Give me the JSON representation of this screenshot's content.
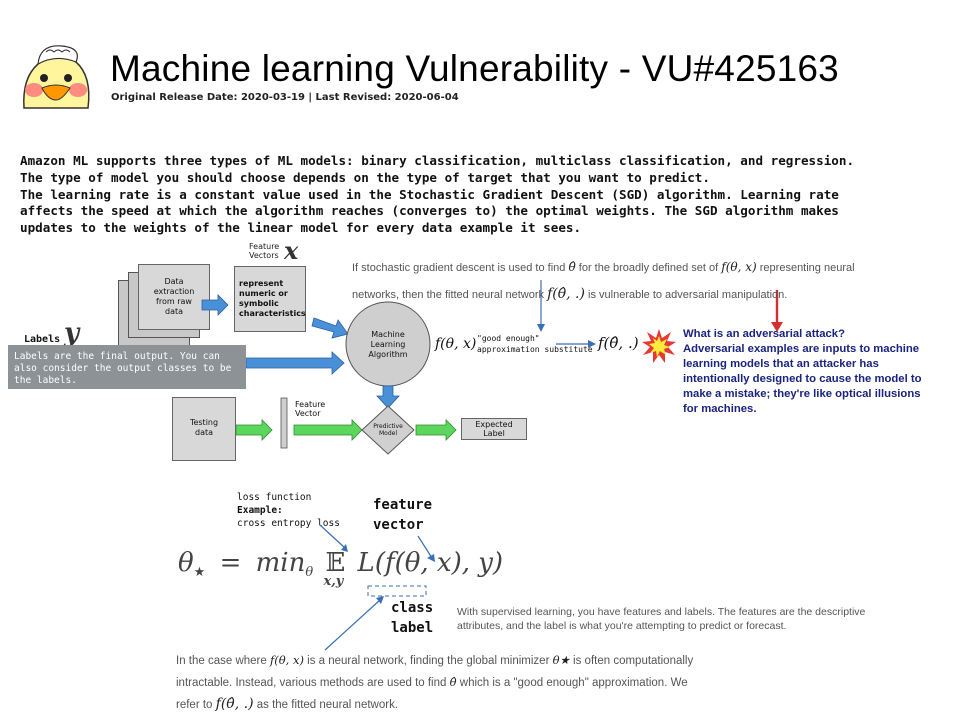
{
  "header": {
    "title": "Machine learning Vulnerability - VU#425163",
    "subtitle": "Original Release Date: 2020-03-19 | Last Revised: 2020-06-04"
  },
  "intro_lines": [
    "Amazon ML supports three types of ML models: binary classification, multiclass classification, and regression.",
    "The type of model you should choose depends on the type of target that you want to predict.",
    "The learning rate is a constant value used in the Stochastic Gradient Descent (SGD) algorithm. Learning rate",
    "affects the speed at which the algorithm reaches (converges to) the optimal weights. The SGD algorithm makes",
    "updates to the weights of the linear model for every data example it sees."
  ],
  "diagram": {
    "data_extraction": [
      "Data",
      "extraction",
      "from raw",
      "data"
    ],
    "feature_vectors_label": [
      "Feature",
      "Vectors"
    ],
    "feature_vectors_symbol": "x",
    "feature_box": [
      "represent",
      "numeric or",
      "symbolic",
      "characteristics"
    ],
    "ml_algorithm": [
      "Machine",
      "Learning",
      "Algorithm"
    ],
    "testing_data": [
      "Testing",
      "data"
    ],
    "feature_vector_label": [
      "Feature",
      "Vector"
    ],
    "predictive_model": [
      "Predictive",
      "Model"
    ],
    "expected_label": [
      "Expected",
      "Label"
    ],
    "labels_title": "Labels",
    "labels_symbol": "y",
    "labels_note": "Labels are the final output. You can also consider the output classes to be the labels."
  },
  "sgd_note": {
    "line1_a": "If stochastic gradient descent is used to find",
    "line1_b": "for the broadly defined set of",
    "line1_c": "representing neural",
    "line2_a": "networks, then the fitted neural network",
    "line2_b": "is vulnerable to adversarial manipulation.",
    "theta_hat": "θ̂",
    "f_theta_x": "f(θ, x)",
    "f_hat": "f(θ̂, .)"
  },
  "approx": {
    "f_left": "f(θ, x)",
    "good_enough": "\"good enough\"",
    "substitute": "approximation substitute",
    "f_right": "f(θ̂, .)"
  },
  "adversarial": {
    "lines": [
      "What is an adversarial attack?",
      "Adversarial examples are inputs to machine",
      "learning models that an attacker has",
      "intentionally designed to cause the model to",
      "make a mistake; they're like optical illusions",
      "for machines."
    ],
    "colors": {
      "text": "#1a237e",
      "arrow": "#d32f2f"
    }
  },
  "equation": {
    "loss_label": [
      "loss function",
      "Example:",
      "cross entropy loss"
    ],
    "feature_vector_label": [
      "feature",
      "vector"
    ],
    "class_label": [
      "class",
      "label"
    ],
    "lhs": "θ",
    "lhs_sub": "★",
    "eq": "=",
    "min": "min",
    "min_sub": "θ",
    "E": "𝔼",
    "E_sub": "x,y",
    "L": "L",
    "body": "(f(θ, x), y)"
  },
  "supervised_caption": [
    "With supervised learning, you have features and labels. The features are the descriptive",
    "attributes, and the label is what you're attempting to predict or forecast."
  ],
  "bottom_note": {
    "line1_a": "In the case where",
    "line1_b": "is a neural network, finding the global minimizer",
    "line1_c": "is often computationally",
    "line2_a": "intractable. Instead, various methods are used to find",
    "line2_b": "which is a \"good enough\" approximation. We",
    "line3_a": "refer to",
    "line3_b": "as the fitted neural network.",
    "f_theta_x": "f(θ, x)",
    "theta_star": "θ★",
    "theta_hat": "θ̂",
    "f_hat": "f(θ̂, .)"
  },
  "colors": {
    "arrow_green": "#5cd65c",
    "arrow_blue": "#4a90d9",
    "pointer_blue": "#3a6fb5",
    "gray_box": "#8d9296"
  },
  "icons": [
    "duck-avatar-icon",
    "explosion-icon"
  ]
}
